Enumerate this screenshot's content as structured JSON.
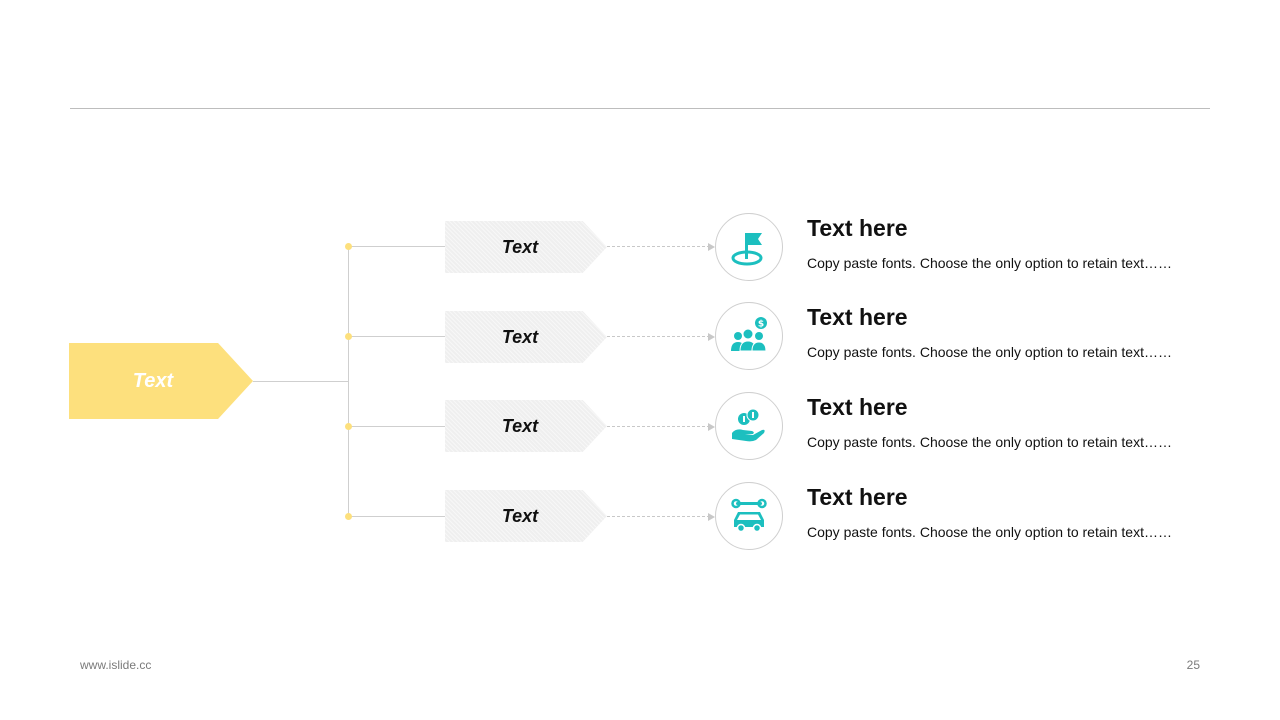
{
  "footer": {
    "url": "www.islide.cc",
    "page_number": "25"
  },
  "root": {
    "label": "Text"
  },
  "branches": [
    {
      "label": "Text",
      "icon": "flag-icon",
      "title": "Text here",
      "description": "Copy paste fonts. Choose the only option to retain text……"
    },
    {
      "label": "Text",
      "icon": "team-money-icon",
      "title": "Text here",
      "description": "Copy paste fonts. Choose the only option to retain text……"
    },
    {
      "label": "Text",
      "icon": "hand-coins-icon",
      "title": "Text here",
      "description": "Copy paste fonts. Choose the only option to retain text……"
    },
    {
      "label": "Text",
      "icon": "car-wrench-icon",
      "title": "Text here",
      "description": "Copy paste fonts. Choose the only option to retain text……"
    }
  ],
  "colors": {
    "root": "#fde07d",
    "accent": "#1cbfbf",
    "branch": "#efefef",
    "line": "#cfcfcf"
  }
}
